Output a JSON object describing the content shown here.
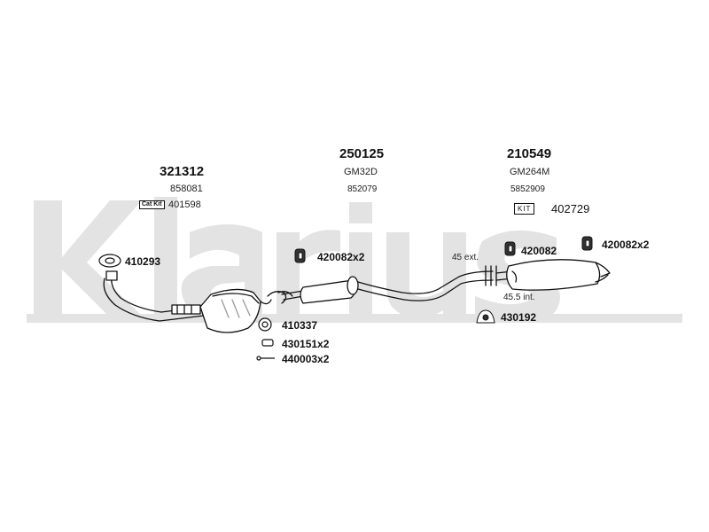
{
  "watermark": {
    "text": "Klarius",
    "color": "#e3e3e3"
  },
  "groups": [
    {
      "part": "321312",
      "code": "858081",
      "badge": "Cat Kit",
      "badge_part": "401598"
    },
    {
      "part": "250125",
      "code": "GM32D",
      "ref": "852079"
    },
    {
      "part": "210549",
      "code": "GM264M",
      "ref": "5852909",
      "badge": "KIT",
      "badge_part": "402729"
    }
  ],
  "callouts": {
    "gasket_front": "410293",
    "hanger_mid": "420082x2",
    "hanger_rear_1": "420082",
    "hanger_rear_2": "420082x2",
    "ring": "410337",
    "clamp": "430151x2",
    "bolt": "440003x2",
    "clamp_rear": "430192"
  },
  "notes": {
    "ext": "45 ext.",
    "int": "45.5 int."
  },
  "colors": {
    "line": "#111111",
    "fill": "#ffffff",
    "shade": "#9a9a9a"
  }
}
